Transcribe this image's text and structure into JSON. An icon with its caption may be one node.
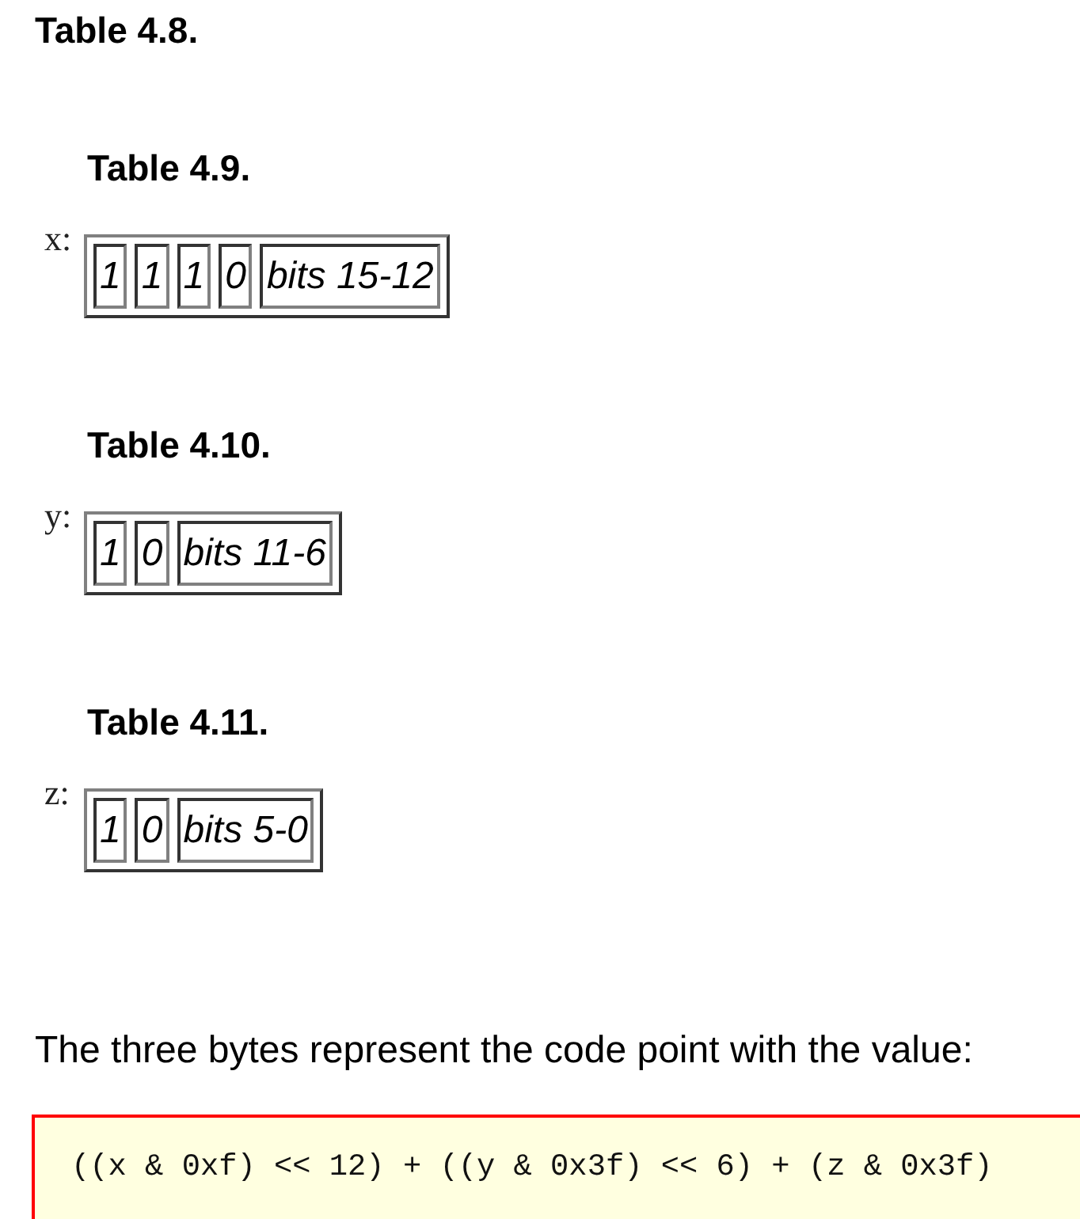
{
  "diagram": {
    "title": "Table 4.8.",
    "nodes": [
      {
        "text": [
          "Table 4.9."
        ],
        "beside": [
          "x:"
        ]
      },
      {
        "text": [
          "1"
        ],
        "in": 0
      },
      {
        "text": [
          "1"
        ],
        "in": 0
      },
      {
        "text": [
          "1"
        ],
        "in": 0
      },
      {
        "text": [
          "0"
        ],
        "in": 0
      },
      {
        "text": [
          "bits 15-12"
        ],
        "in": 0
      },
      {
        "text": [
          "Table 4.10."
        ],
        "beside": [
          "y:"
        ]
      },
      {
        "text": [
          "1"
        ],
        "in": 6
      },
      {
        "text": [
          "0"
        ],
        "in": 6
      },
      {
        "text": [
          "bits 11-6"
        ],
        "in": 6
      },
      {
        "text": [
          "Table 4.11."
        ],
        "beside": [
          "z:"
        ]
      },
      {
        "text": [
          "1"
        ],
        "in": 10
      },
      {
        "text": [
          "0"
        ],
        "in": 10
      },
      {
        "text": [
          "bits 5-0"
        ],
        "in": 10
      },
      {
        "text": [
          "((x & 0xf) << 12) + ((y & 0x3f) << 6) + (z & 0x3f)"
        ]
      }
    ],
    "labels": [
      "The three bytes represent the code point with the value:"
    ]
  }
}
